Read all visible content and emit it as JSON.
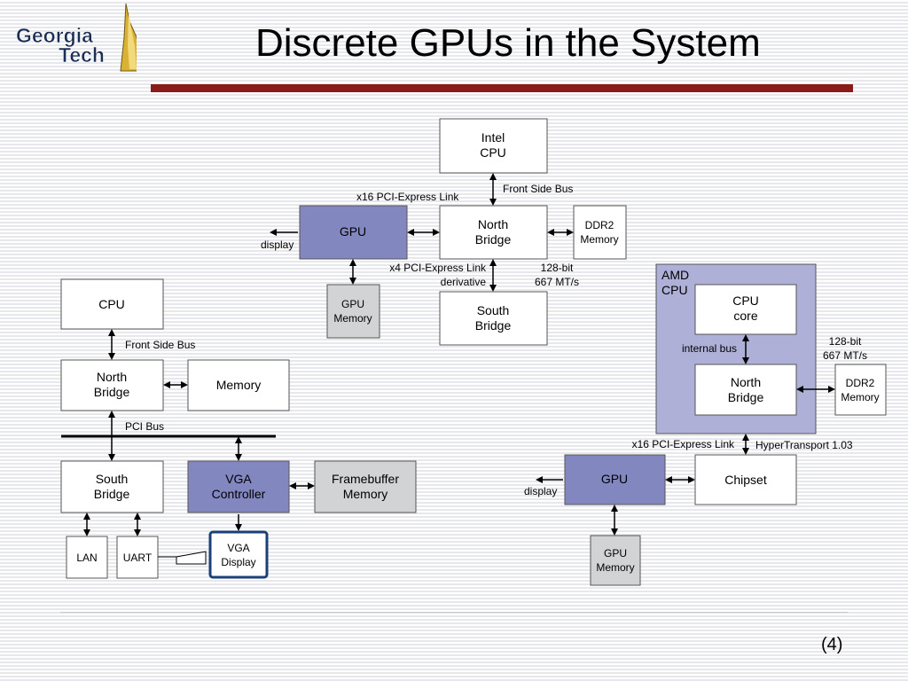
{
  "slide": {
    "title": "Discrete GPUs in the System",
    "page_number": "(4)",
    "logo": {
      "line1": "Georgia",
      "line2": "Tech"
    }
  },
  "colors": {
    "accent_rule": "#8b1a1a",
    "gpu_blue": "#8387c0",
    "memory_gray": "#d2d3d5",
    "amd_cpu": "#aeb0d8"
  },
  "top_system": {
    "intel_cpu": [
      "Intel",
      "CPU"
    ],
    "front_side_bus": "Front Side Bus",
    "x16_link": "x16 PCI-Express Link",
    "gpu": "GPU",
    "display": "display",
    "north_bridge": [
      "North",
      "Bridge"
    ],
    "ddr2_memory": [
      "DDR2",
      "Memory"
    ],
    "gpu_memory": [
      "GPU",
      "Memory"
    ],
    "x4_link": [
      "x4 PCI-Express Link",
      "derivative"
    ],
    "bandwidth": [
      "128-bit",
      "667 MT/s"
    ],
    "south_bridge": [
      "South",
      "Bridge"
    ]
  },
  "left_system": {
    "cpu": "CPU",
    "front_side_bus": "Front Side Bus",
    "north_bridge": [
      "North",
      "Bridge"
    ],
    "memory": "Memory",
    "pci_bus": "PCI Bus",
    "south_bridge": [
      "South",
      "Bridge"
    ],
    "vga_controller": [
      "VGA",
      "Controller"
    ],
    "framebuffer_memory": [
      "Framebuffer",
      "Memory"
    ],
    "lan": "LAN",
    "uart": "UART",
    "vga_display": [
      "VGA",
      "Display"
    ]
  },
  "right_system": {
    "amd_cpu": [
      "AMD",
      "CPU"
    ],
    "cpu_core": [
      "CPU",
      "core"
    ],
    "internal_bus": "internal bus",
    "north_bridge": [
      "North",
      "Bridge"
    ],
    "bandwidth": [
      "128-bit",
      "667 MT/s"
    ],
    "ddr2_memory": [
      "DDR2",
      "Memory"
    ],
    "x16_link": "x16 PCI-Express Link",
    "hypertransport": "HyperTransport 1.03",
    "gpu": "GPU",
    "display": "display",
    "chipset": "Chipset",
    "gpu_memory": [
      "GPU",
      "Memory"
    ]
  }
}
